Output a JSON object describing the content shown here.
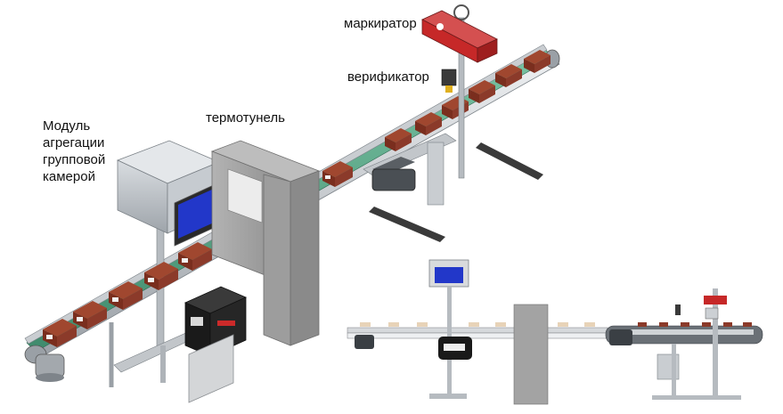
{
  "labels": {
    "marker": "маркиратор",
    "verifier": "верификатор",
    "thermo_tunnel": "термотунель",
    "aggregation_module": "Модуль\nагрегации\nгрупповой\nкамерой"
  },
  "colors": {
    "conveyor_belt": "#5aa78a",
    "box_brown": "#8b3a2a",
    "box_label": "#f2f2f2",
    "frame_grey": "#b9bec4",
    "tunnel_grey": "#9a9a9a",
    "screen_blue": "#2237c9",
    "printer_black": "#1a1a1a",
    "marker_red": "#c62828"
  }
}
